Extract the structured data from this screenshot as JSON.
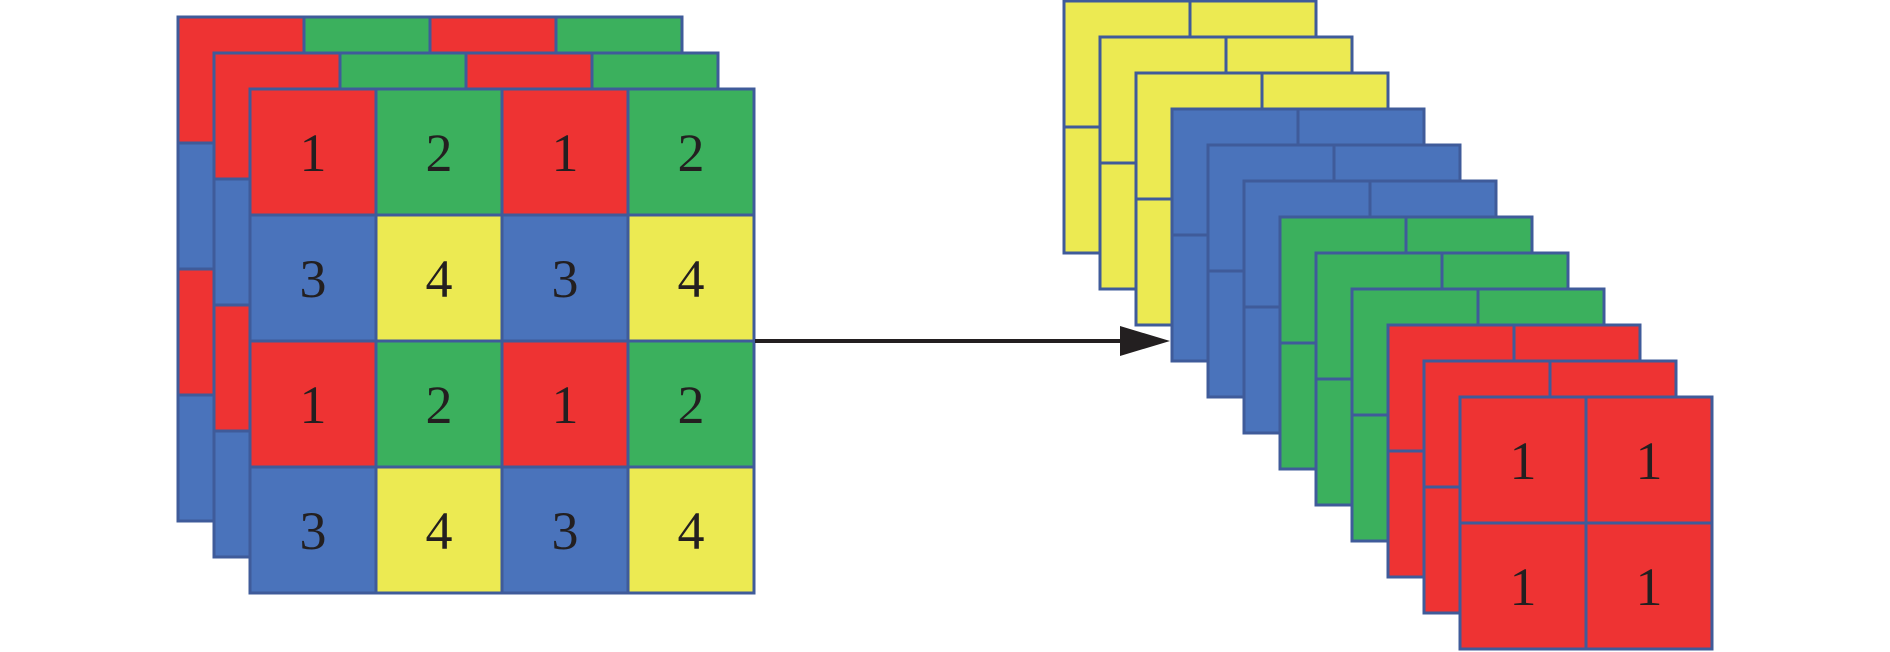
{
  "colors": {
    "red": "#ee3333",
    "green": "#3bb05d",
    "blue": "#4a73bb",
    "yellow": "#ecea52",
    "border": "#3f5b9a",
    "arrow": "#231f20"
  },
  "input_tensor": {
    "layers": 3,
    "grid": [
      [
        "1",
        "2",
        "1",
        "2"
      ],
      [
        "3",
        "4",
        "3",
        "4"
      ],
      [
        "1",
        "2",
        "1",
        "2"
      ],
      [
        "3",
        "4",
        "3",
        "4"
      ]
    ],
    "color_map": {
      "1": "red",
      "2": "green",
      "3": "blue",
      "4": "yellow"
    }
  },
  "output_tensor": {
    "groups": [
      {
        "color": "yellow",
        "layers": 3
      },
      {
        "color": "blue",
        "layers": 3
      },
      {
        "color": "green",
        "layers": 3
      },
      {
        "color": "red",
        "layers": 3
      }
    ],
    "front_grid": [
      [
        "1",
        "1"
      ],
      [
        "1",
        "1"
      ]
    ]
  }
}
